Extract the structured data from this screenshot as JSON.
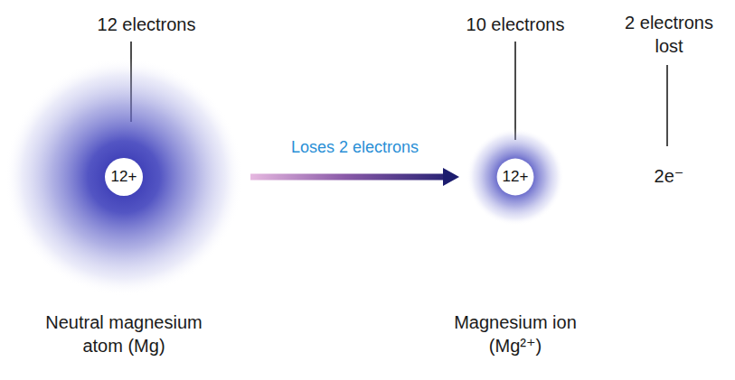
{
  "diagram": {
    "nodes": [
      {
        "text": [
          "12+"
        ]
      },
      {
        "text": [
          "12+"
        ]
      }
    ],
    "edges": [
      {
        "from": 0,
        "to": 1,
        "arrow": "to",
        "label": "Loses 2 electrons"
      }
    ],
    "labels": [
      "12 electrons",
      "10 electrons",
      "2 electrons lost",
      "2e⁻",
      "Neutral magnesium atom (Mg)",
      "Magnesium ion (Mg²⁺)"
    ]
  }
}
